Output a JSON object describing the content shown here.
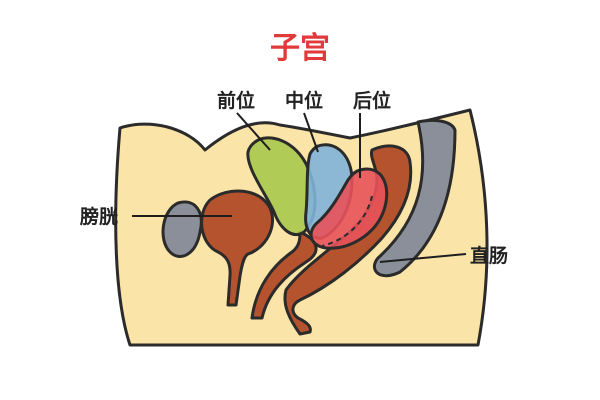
{
  "title": "子宫",
  "labels": {
    "anteverted": "前位",
    "midposition": "中位",
    "retroverted": "后位",
    "bladder": "膀胱",
    "rectum": "直肠"
  },
  "colors": {
    "title": "#e23a3a",
    "skin": "#fbe4a8",
    "organ": "#b5532e",
    "anteverted_uterus": "#a9c94c",
    "midposition_uterus": "#7fb3d9",
    "retroverted_uterus": "#e8525a",
    "spine": "#8a8f99",
    "outline": "#2b2b2b"
  }
}
